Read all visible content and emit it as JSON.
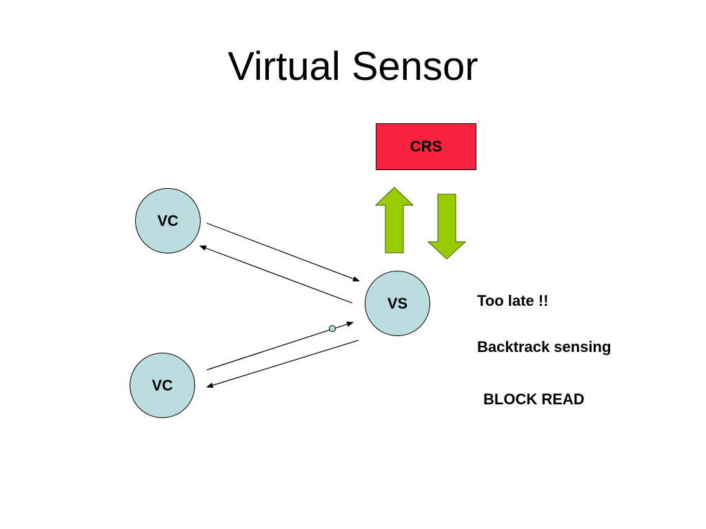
{
  "title": "Virtual Sensor",
  "nodes": {
    "crs": {
      "label": "CRS"
    },
    "vc_top": {
      "label": "VC"
    },
    "vc_bottom": {
      "label": "VC"
    },
    "vs": {
      "label": "VS"
    }
  },
  "notes": [
    "Too late !!",
    "Backtrack sensing",
    "BLOCK READ"
  ],
  "colors": {
    "crs_fill": "#F8223C",
    "node_fill": "#BCDDE0",
    "arrow_fill": "#99CC00",
    "arrow_stroke": "#3A5A00",
    "line": "#000000"
  }
}
